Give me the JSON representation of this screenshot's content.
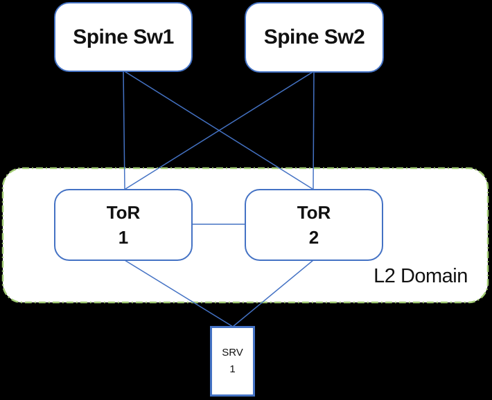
{
  "diagram": {
    "type": "network-topology",
    "nodes": {
      "spine1": {
        "label": "Spine Sw1"
      },
      "spine2": {
        "label": "Spine Sw2"
      },
      "tor1": {
        "line1": "ToR",
        "line2": "1"
      },
      "tor2": {
        "line1": "ToR",
        "line2": "2"
      },
      "srv1": {
        "line1": "SRV",
        "line2": "1"
      },
      "l2_domain": {
        "label": "L2 Domain"
      }
    },
    "edges": [
      {
        "from": "spine1",
        "to": "tor1"
      },
      {
        "from": "spine1",
        "to": "tor2"
      },
      {
        "from": "spine2",
        "to": "tor1"
      },
      {
        "from": "spine2",
        "to": "tor2"
      },
      {
        "from": "tor1",
        "to": "tor2"
      },
      {
        "from": "tor1",
        "to": "srv1"
      },
      {
        "from": "tor2",
        "to": "srv1"
      }
    ],
    "colors": {
      "background": "#000000",
      "node_fill": "#FFFFFF",
      "node_border": "#4472C4",
      "connector": "#4472C4",
      "domain_border": "#A2CC74",
      "text": "#111111"
    }
  }
}
